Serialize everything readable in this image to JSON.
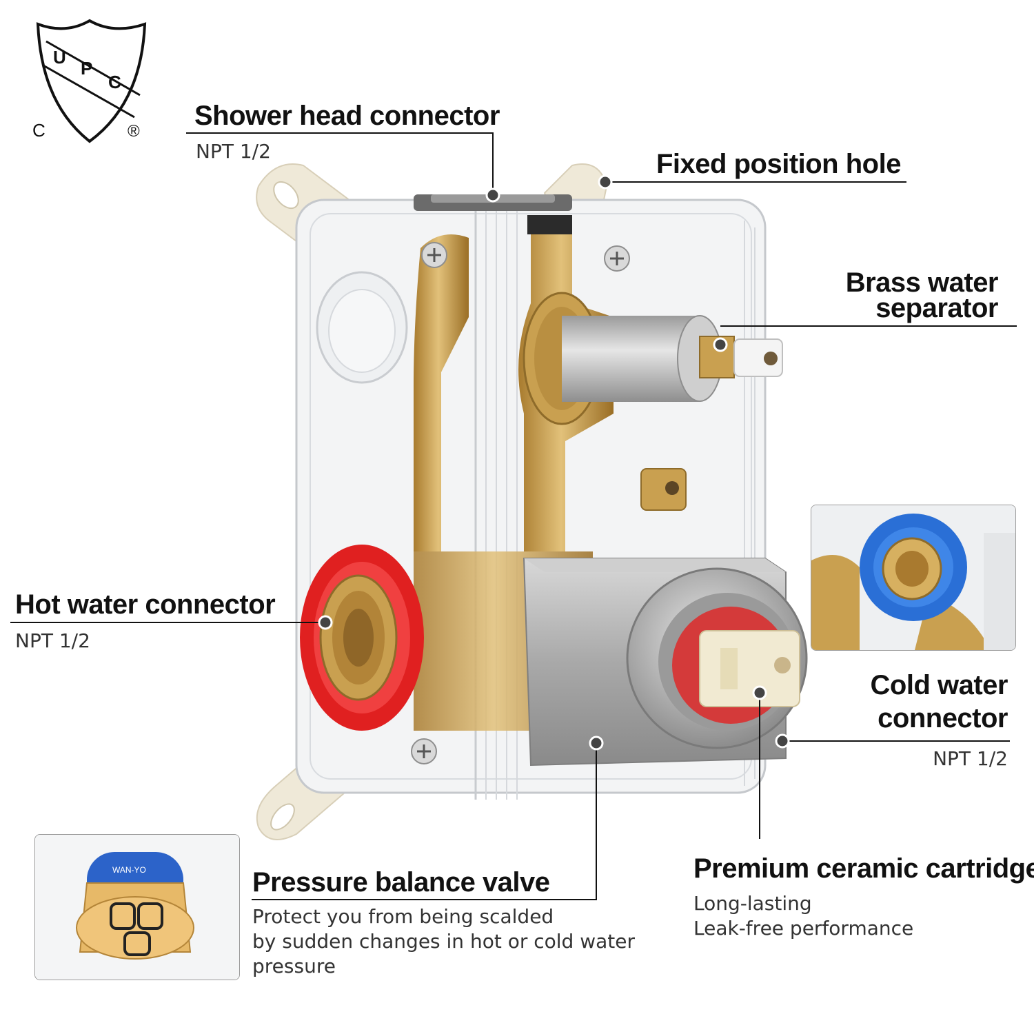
{
  "certification": {
    "letters": [
      "U",
      "P",
      "C"
    ],
    "left_mark": "C",
    "right_mark": "®"
  },
  "callouts": {
    "shower_head": {
      "title": "Shower head connector",
      "sub": "NPT 1/2"
    },
    "fixed_hole": {
      "title": "Fixed position hole"
    },
    "brass_separator": {
      "title_line1": "Brass water",
      "title_line2": "separator"
    },
    "hot_water": {
      "title": "Hot water connector",
      "sub": "NPT 1/2"
    },
    "cold_water": {
      "title_line1": "Cold water",
      "title_line2": "connector",
      "sub": "NPT 1/2"
    },
    "pressure_valve": {
      "title": "Pressure balance valve",
      "sub_line1": "Protect you from being scalded",
      "sub_line2": "by sudden changes in hot or cold water",
      "sub_line3": "pressure"
    },
    "ceramic_cartridge": {
      "title": "Premium ceramic cartridge",
      "sub_line1": "Long-lasting",
      "sub_line2": "Leak-free performance"
    }
  },
  "colors": {
    "brass": "#c9a050",
    "hot_ring": "#e02020",
    "cold_ring": "#2a6fd6",
    "nickel": "#b8b8b8",
    "mount": "#efe9d8"
  }
}
